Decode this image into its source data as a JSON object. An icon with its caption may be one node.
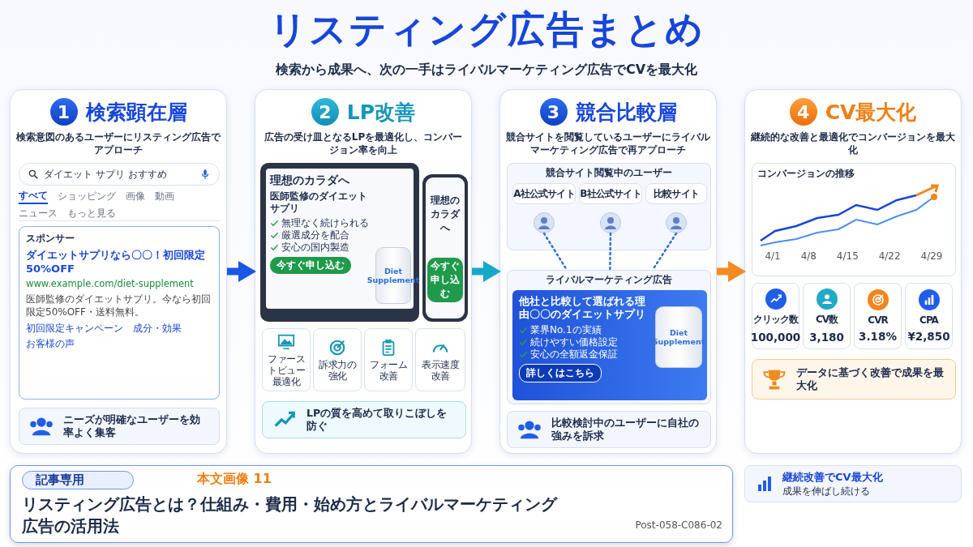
{
  "diagram": {
    "title": "リスティング広告まとめ",
    "nodes": [
      {
        "text": [
          "1",
          "検索顕在層",
          "検索意図のあるユーザーにリスティング広告でアプローチ"
        ]
      },
      {
        "text": [
          "ダイエット サプリ おすすめ"
        ],
        "in": 0
      },
      {
        "text": [
          "すべて",
          "ショッピング",
          "画像",
          "動画",
          "ニュース",
          "もっと見る"
        ],
        "in": 0
      },
      {
        "text": [
          "スポンサー",
          "ダイエットサプリなら〇〇！初回限定50%OFF",
          "www.example.com/diet-supplement",
          "医師監修のダイエットサプリ。今なら初回限定50%OFF・送料無料。",
          "初回限定キャンペーン",
          "成分・効果",
          "お客様の声"
        ],
        "in": 0
      },
      {
        "text": [
          "ニーズが明確なユーザーを効率よく集客"
        ],
        "in": 0
      },
      {
        "text": [
          "2",
          "LP改善",
          "広告の受け皿となるLPを最適化し、コンバージョン率を向上"
        ]
      },
      {
        "text": [
          "理想のカラダへ",
          "医師監修のダイエットサプリ",
          "無理なく続けられる",
          "厳選成分を配合",
          "安心の国内製造",
          "今すぐ申し込む",
          "Diet Supplement"
        ],
        "in": 5
      },
      {
        "text": [
          "理想のカラダへ",
          "今すぐ申し込む"
        ],
        "in": 5
      },
      {
        "text": [
          "ファーストビュー最適化"
        ],
        "in": 5
      },
      {
        "text": [
          "訴求力の強化"
        ],
        "in": 5
      },
      {
        "text": [
          "フォーム改善"
        ],
        "in": 5
      },
      {
        "text": [
          "表示速度改善"
        ],
        "in": 5
      },
      {
        "text": [
          "LPの質を高めて取りこぼしを防ぐ"
        ],
        "in": 5
      },
      {
        "text": [
          "3",
          "競合比較層",
          "競合サイトを閲覧しているユーザーにライバルマーケティング広告で再アプローチ"
        ]
      },
      {
        "text": [
          "競合サイト閲覧中のユーザー"
        ],
        "in": 13
      },
      {
        "text": [
          "A社公式サイト"
        ],
        "in": 14
      },
      {
        "text": [
          "B社公式サイト"
        ],
        "in": 14
      },
      {
        "text": [
          "比較サイト"
        ],
        "in": 14
      },
      {
        "text": [],
        "shape": "person",
        "in": 14
      },
      {
        "text": [],
        "shape": "person",
        "in": 14
      },
      {
        "text": [],
        "shape": "person",
        "in": 14
      },
      {
        "text": [
          "ライバルマーケティング広告"
        ],
        "in": 13
      },
      {
        "text": [
          "他社と比較して選ばれる理由〇〇のダイエットサプリ",
          "業界No.1の実績",
          "続けやすい価格設定",
          "安心の全額返金保証",
          "詳しくはこちら",
          "Diet Supplement"
        ],
        "in": 21
      },
      {
        "text": [
          "比較検討中のユーザーに自社の強みを訴求"
        ],
        "in": 13
      },
      {
        "text": [
          "4",
          "CV最大化",
          "継続的な改善と最適化でコンバージョンを最大化"
        ]
      },
      {
        "text": [
          "コンバージョンの推移",
          "4/1",
          "4/8",
          "4/15",
          "4/22",
          "4/29"
        ],
        "in": 24
      },
      {
        "text": [
          "クリック数",
          "100,000"
        ],
        "in": 24
      },
      {
        "text": [
          "CV数",
          "3,180"
        ],
        "in": 24
      },
      {
        "text": [
          "CVR",
          "3.18%"
        ],
        "in": 24
      },
      {
        "text": [
          "CPA",
          "¥2,850"
        ],
        "in": 24
      },
      {
        "text": [
          "データに基づく改善で成果を最大化"
        ],
        "in": 24
      },
      {
        "text": [
          "継続改善でCV最大化",
          "成果を伸ばし続ける"
        ]
      }
    ],
    "edges": [
      {
        "from": 0,
        "to": 5,
        "arrow": "to",
        "style": "thick",
        "color": "#1a56e8"
      },
      {
        "from": 5,
        "to": 13,
        "arrow": "to",
        "style": "thick",
        "color": "#17a8c8"
      },
      {
        "from": 13,
        "to": 24,
        "arrow": "to",
        "style": "thick",
        "color": "#f58a1f"
      },
      {
        "from": 18,
        "to": 21,
        "arrow": "none",
        "style": "dashed",
        "color": "#2f6fe0"
      },
      {
        "from": 19,
        "to": 21,
        "arrow": "none",
        "style": "dashed",
        "color": "#2f6fe0"
      },
      {
        "from": 20,
        "to": 21,
        "arrow": "none",
        "style": "dashed",
        "color": "#2f6fe0"
      }
    ],
    "labels": [
      "検索から成果へ、次の一手はライバルマーケティング広告でCVを最大化",
      "記事専用",
      "本文画像 11",
      "リスティング広告とは？仕組み・費用・始め方とライバルマーケティング広告の活用法",
      "Post-058-C086-02"
    ]
  }
}
